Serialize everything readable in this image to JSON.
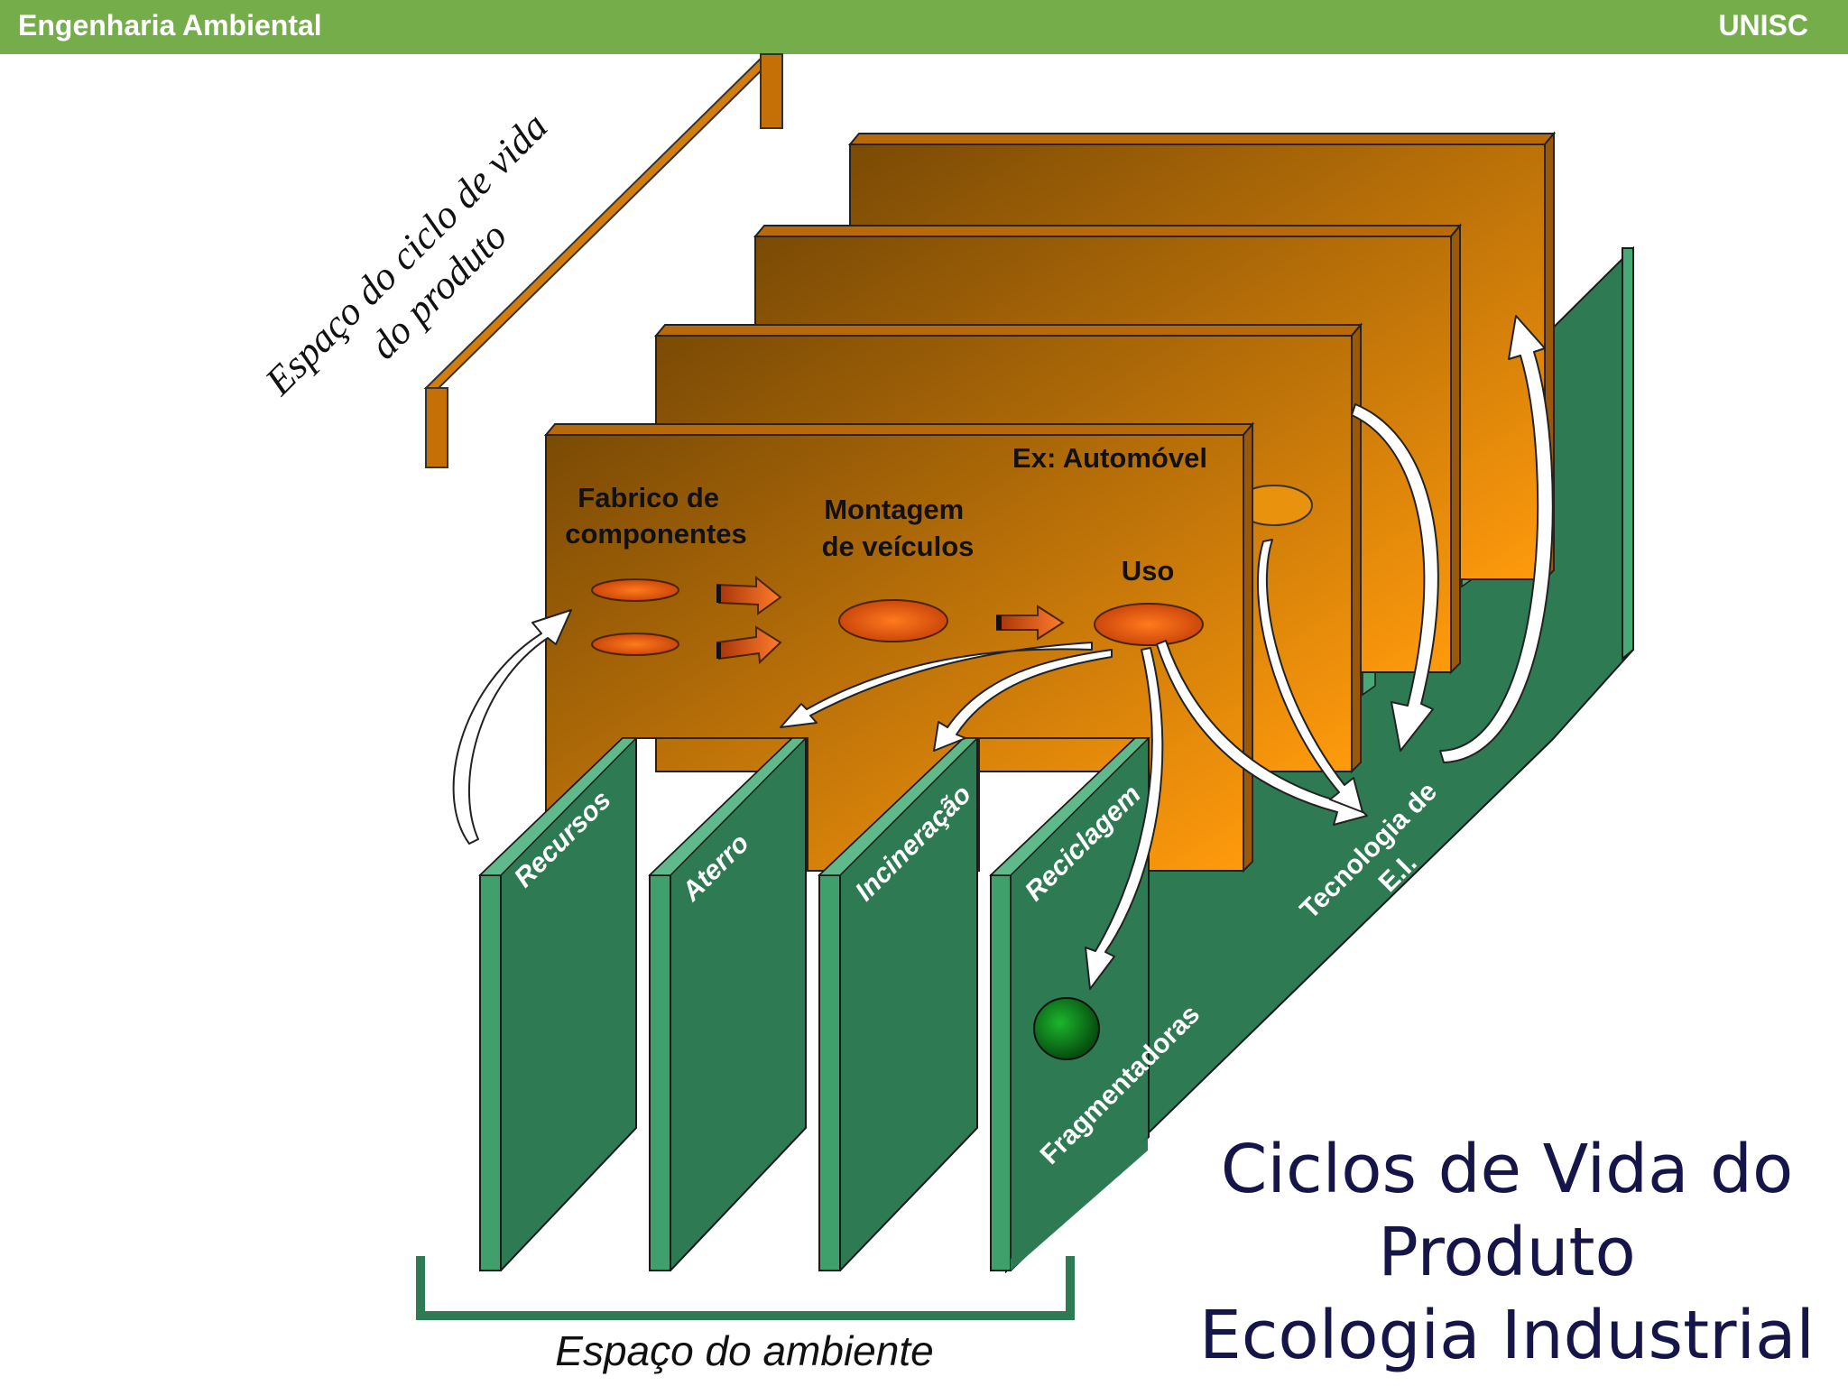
{
  "header": {
    "left": "Engenharia Ambiental",
    "right": "UNISC"
  },
  "lifecycle_space_label": [
    "Espaço do ciclo de vida",
    "do produto"
  ],
  "front_panel": {
    "example": "Ex: Automóvel",
    "stages": [
      {
        "lines": [
          "Fabrico de",
          "componentes"
        ]
      },
      {
        "lines": [
          "Montagem",
          "de veículos"
        ]
      },
      {
        "lines": [
          "Uso"
        ]
      }
    ]
  },
  "environment_slots": [
    "Recursos",
    "Aterro",
    "Incineração",
    "Reciclagem"
  ],
  "base_labels": {
    "technology": [
      "Tecnologia de",
      "E.I."
    ],
    "shredders": "Fragmentadoras"
  },
  "environment_space_label": "Espaço do ambiente",
  "title": [
    "Ciclos de Vida do",
    "Produto",
    "Ecologia Industrial"
  ],
  "colors": {
    "header": "#76ad4b",
    "panel_dark": "#7a4a05",
    "panel_light": "#ff9a0c",
    "green": "#2f7a52",
    "green_light": "#4aa877",
    "title": "#15154a"
  }
}
